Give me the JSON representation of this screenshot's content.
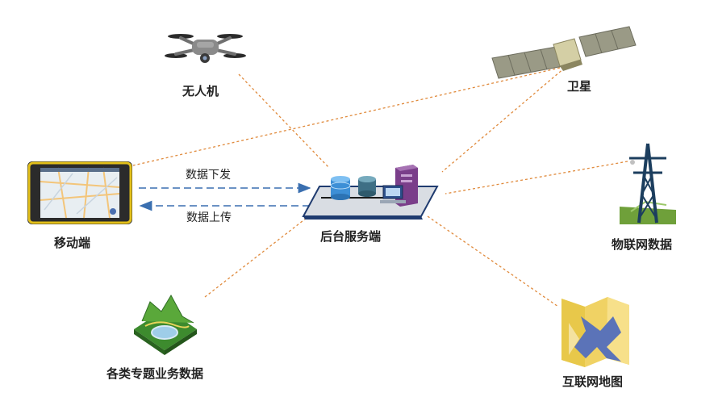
{
  "nodes": {
    "drone": "无人机",
    "satellite": "卫星",
    "iot": "物联网数据",
    "internet_map": "互联网地图",
    "thematic": "各类专题业务数据",
    "mobile": "移动端",
    "server": "后台服务端"
  },
  "edges": {
    "download": "数据下发",
    "upload": "数据上传"
  },
  "colors": {
    "connector": "#e08a3c",
    "arrow": "#3a6fb0",
    "label": "#222222"
  }
}
